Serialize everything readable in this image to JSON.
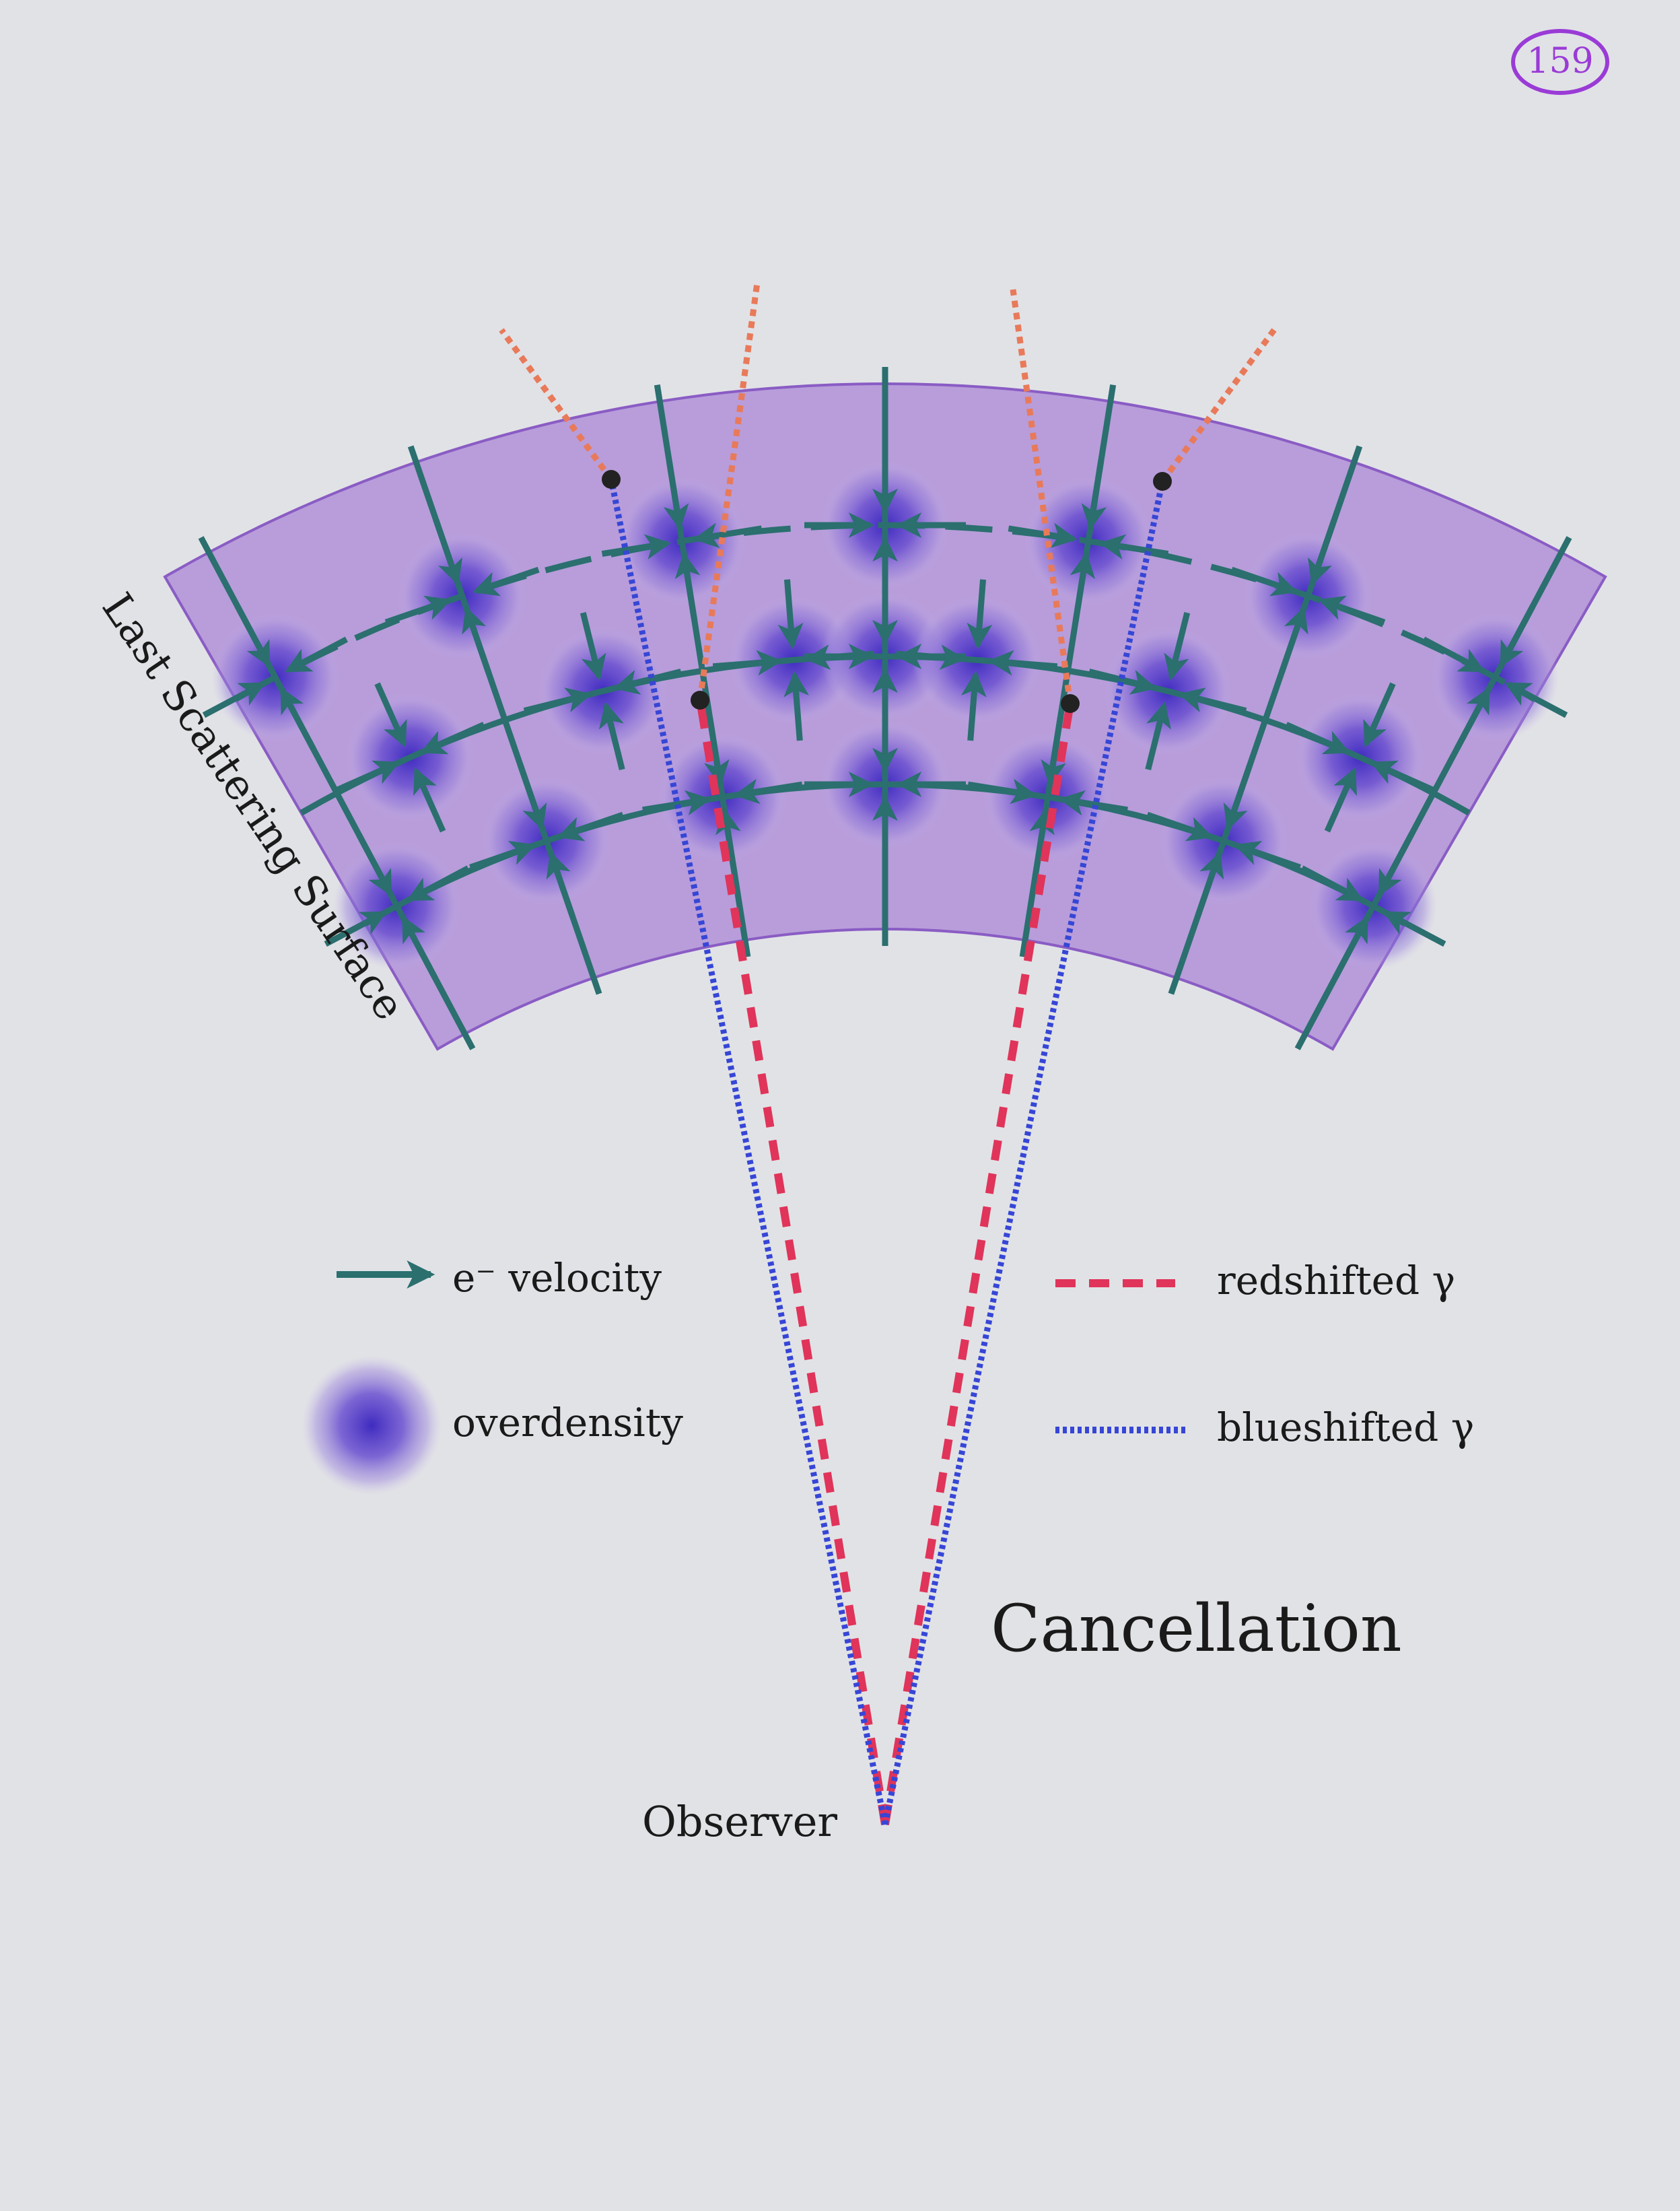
{
  "page_number": "159",
  "labels": {
    "surface": "Last Scattering Surface",
    "observer": "Observer",
    "caption": "Cancellation"
  },
  "legend": {
    "velocity": "e⁻ velocity",
    "overdensity": "overdensity",
    "redshift": "redshifted γ",
    "blueshift": "blueshifted γ"
  },
  "colors": {
    "background": "#e1e2e6",
    "shell_fill": "#b496d8",
    "shell_edge": "#8a5cc4",
    "overdensity": "#3f2bc0",
    "velocity_arrow": "#2b6f6f",
    "redshift_line": "#e0345a",
    "blueshift_line": "#3646d6",
    "ray_extension": "#e87a5a",
    "page_number_ink": "#9a3bd6",
    "scatter_point": "#222222"
  },
  "icons": [
    "arrow-right-icon",
    "overdensity-blob-icon",
    "dashed-line-icon",
    "dotted-line-icon"
  ]
}
